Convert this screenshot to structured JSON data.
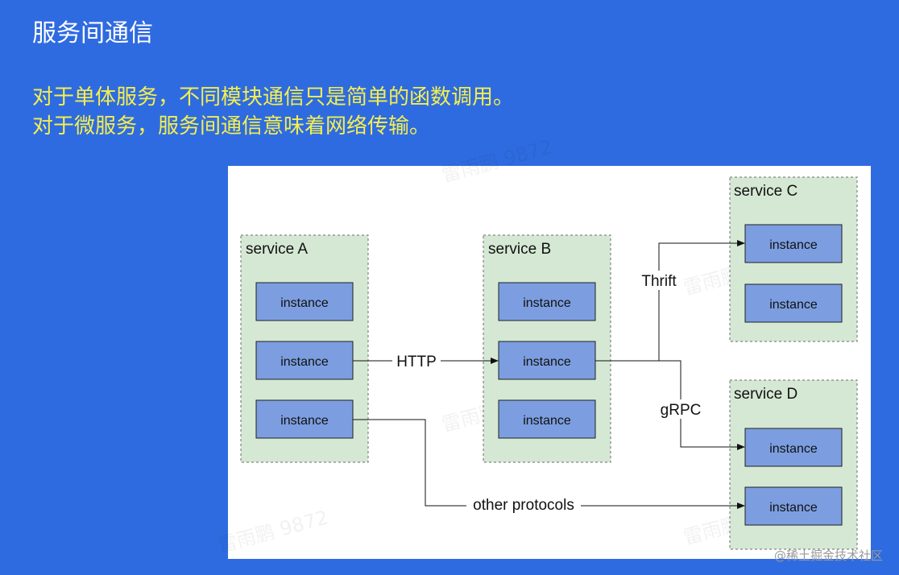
{
  "slide": {
    "title": "服务间通信",
    "subtitle_lines": [
      "对于单体服务，不同模块通信只是简单的函数调用。",
      "对于微服务，服务间通信意味着网络传输。"
    ]
  },
  "diagram": {
    "services": [
      {
        "id": "A",
        "label": "service A",
        "instances": [
          "instance",
          "instance",
          "instance"
        ]
      },
      {
        "id": "B",
        "label": "service B",
        "instances": [
          "instance",
          "instance",
          "instance"
        ]
      },
      {
        "id": "C",
        "label": "service C",
        "instances": [
          "instance",
          "instance"
        ]
      },
      {
        "id": "D",
        "label": "service D",
        "instances": [
          "instance",
          "instance"
        ]
      }
    ],
    "edges": [
      {
        "from": "A.1",
        "to": "B.1",
        "label": "HTTP"
      },
      {
        "from": "B.1",
        "to": "C.0",
        "label": "Thrift"
      },
      {
        "from": "B.1",
        "to": "D.0",
        "label": "gRPC"
      },
      {
        "from": "A.2",
        "to": "D.1",
        "label": "other protocols"
      }
    ],
    "colors": {
      "service_fill": "#d5e8d4",
      "instance_fill": "#7c9ee0",
      "slide_background": "#2f6be0",
      "subtitle_text": "#f4ef4e"
    }
  },
  "watermark_text": "雷雨鹏 9872",
  "credit": "@稀土掘金技术社区"
}
